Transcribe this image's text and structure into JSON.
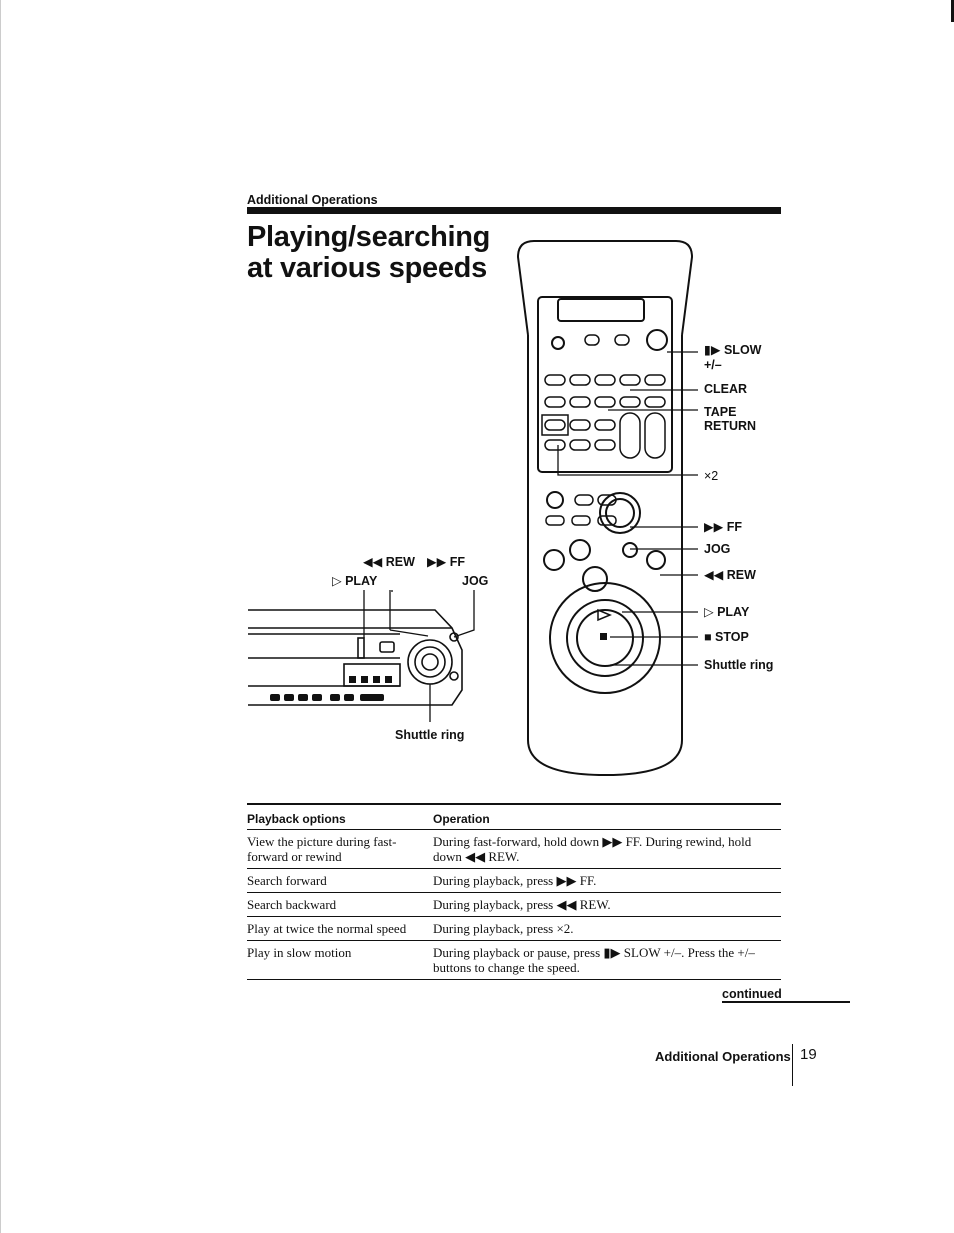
{
  "header": {
    "section": "Additional Operations"
  },
  "title": {
    "line1": "Playing/searching",
    "line2": "at various speeds"
  },
  "vcr_figure": {
    "labels": {
      "rew": "◀◀ REW",
      "ff": "▶▶ FF",
      "play": "▷ PLAY",
      "jog": "JOG",
      "shuttle": "Shuttle ring"
    },
    "icons": [
      "vcr-unit-illustration",
      "shuttle-ring-icon",
      "jog-dial-icon"
    ]
  },
  "remote_figure": {
    "labels": {
      "slow": "▮▶ SLOW",
      "plusminus": "+/–",
      "clear": "CLEAR",
      "tape_return_1": "TAPE",
      "tape_return_2": "RETURN",
      "x2": "×2",
      "ff": "▶▶ FF",
      "jog": "JOG",
      "rew": "◀◀ REW",
      "play": "▷ PLAY",
      "stop": "■ STOP",
      "shuttle": "Shuttle ring"
    },
    "icons": [
      "remote-control-illustration"
    ]
  },
  "table": {
    "headers": [
      "Playback options",
      "Operation"
    ],
    "rows": [
      {
        "option": "View the picture during fast-forward or rewind",
        "operation": "During fast-forward, hold down ▶▶ FF. During rewind, hold down ◀◀ REW."
      },
      {
        "option": "Search forward",
        "operation": "During playback, press ▶▶ FF."
      },
      {
        "option": "Search backward",
        "operation": "During playback, press ◀◀ REW."
      },
      {
        "option": "Play at twice the normal speed",
        "operation": "During playback, press ×2."
      },
      {
        "option": "Play in slow motion",
        "operation": "During playback or pause, press ▮▶ SLOW +/–. Press the +/– buttons to change the speed."
      }
    ]
  },
  "footer": {
    "continued": "continued",
    "section": "Additional Operations",
    "page": "19"
  }
}
